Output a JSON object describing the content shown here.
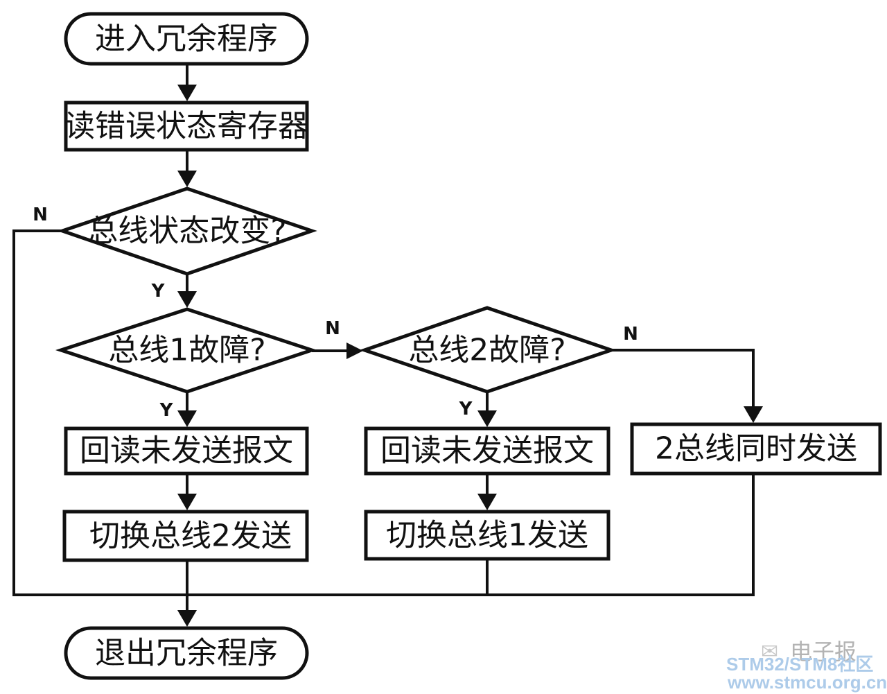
{
  "flowchart": {
    "start": "进入冗余程序",
    "read_register": "读错误状态寄存器",
    "decision_bus_state": "总线状态改变?",
    "decision_bus1": "总线1故障?",
    "decision_bus2": "总线2故障?",
    "readback_left": "回读未发送报文",
    "readback_middle": "回读未发送报文",
    "both_send": "2总线同时发送",
    "switch_to_bus2": "切换总线2发送",
    "switch_to_bus1": "切换总线1发送",
    "end": "退出冗余程序"
  },
  "edge_labels": {
    "state_no": "N",
    "state_yes": "Y",
    "bus1_no": "N",
    "bus1_yes": "Y",
    "bus2_no": "N",
    "bus2_yes": "Y"
  },
  "watermark": {
    "icon": "wechat-icon",
    "account": "电子报",
    "site": "STM32/STM8社区",
    "url": "www.stmcu.org.cn"
  }
}
